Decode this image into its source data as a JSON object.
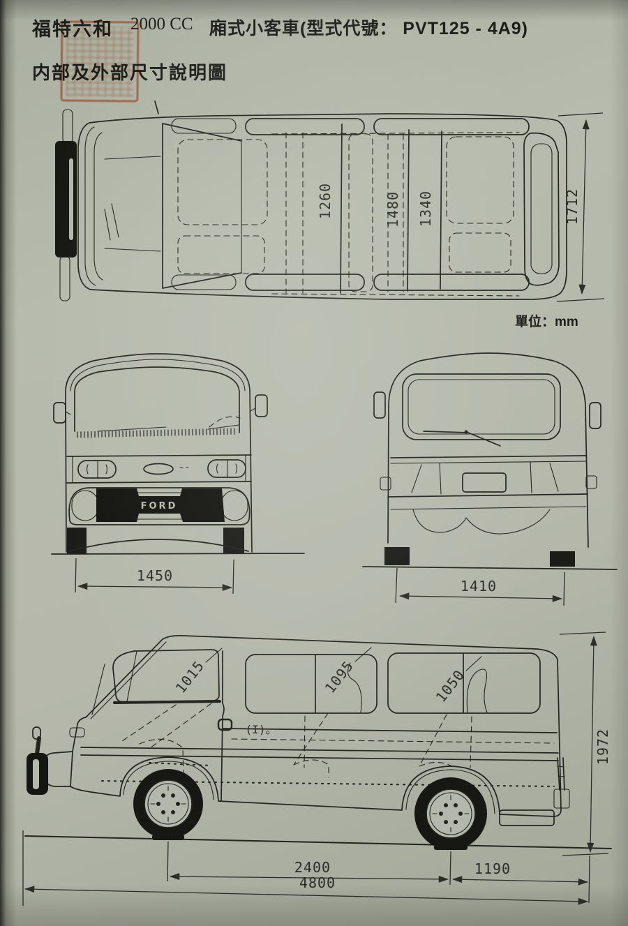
{
  "colors": {
    "paper": "#b3b7aa",
    "ink": "#24241f",
    "stamp_red": "#94421f"
  },
  "header": {
    "brand": "福特六和",
    "engine": "2000 CC",
    "model_line": "廂式小客車(型式代號： PVT125 - 4A9)",
    "subtitle": "内部及外部尺寸說明圖",
    "unit_label": "單位：mm"
  },
  "top_view": {
    "interior_width_front_row": "1260",
    "interior_width_middle_row": "1480",
    "interior_width_rear_row": "1340",
    "overall_width": "1712"
  },
  "front_view": {
    "badge": "FORD",
    "front_track": "1450"
  },
  "rear_view": {
    "rear_track": "1410"
  },
  "side_view": {
    "front_window_width": "1015",
    "middle_window_width": "1095",
    "rear_window_width": "1050",
    "overall_height": "1972",
    "wheelbase": "2400",
    "rear_overhang": "1190",
    "overall_length": "4800",
    "door_mark": "(I)。"
  }
}
